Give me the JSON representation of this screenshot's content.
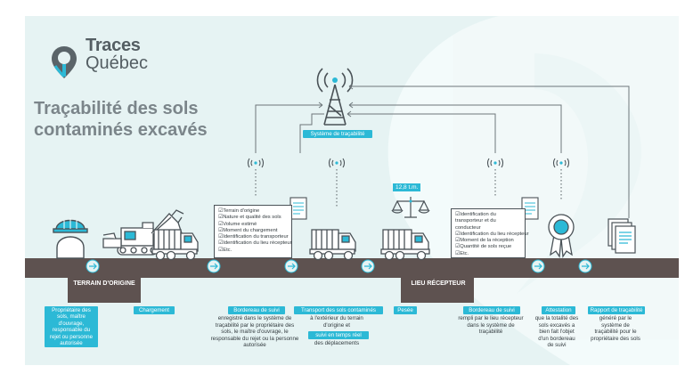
{
  "logo": {
    "word1": "Traces",
    "word2": "Québec"
  },
  "title": "Traçabilité des sols contaminés excavés",
  "system": {
    "label": "Système de traçabilité"
  },
  "scale": {
    "weight": "12,8 t.m."
  },
  "ground": {
    "origin": "TERRAIN D'ORIGINE",
    "receiver": "LIEU RÉCEPTEUR"
  },
  "checklist_origin": [
    "Terrain d'origine",
    "Nature et qualité des sols",
    "Volume estimé",
    "Moment du chargement",
    "Identification du transporteur",
    "Identification du lieu récepteur",
    "Etc."
  ],
  "checklist_receiver": [
    "Identification du transporteur et du conducteur",
    "Identification du lieu récepteur",
    "Moment de la réception",
    "Quantité de sols reçue",
    "Etc."
  ],
  "steps": [
    {
      "label": "Propriétaire des sols, maître d'ouvrage, responsable du rejet ou personne autorisée",
      "desc": ""
    },
    {
      "label": "Chargement",
      "desc": ""
    },
    {
      "label": "Bordereau de suivi",
      "desc": "enregistré dans le système de traçabilité par le propriétaire des sols, le maître d'ouvrage, le responsable du rejet ou la personne autorisée"
    },
    {
      "label": "Transport des sols contaminés",
      "desc": "à l'extérieur du terrain d'origine et",
      "label2": "suivi en temps réel",
      "desc2": "des déplacements"
    },
    {
      "label": "Pesée",
      "desc": ""
    },
    {
      "label": "Bordereau de suivi",
      "desc": "rempli par le lieu récepteur dans le système de traçabilité"
    },
    {
      "label": "Attestation",
      "desc": "que la totalité des sols excavés a bien fait l'objet d'un bordereau de suivi"
    },
    {
      "label": "Rapport de traçabilité",
      "desc": "généré par le système de traçabilité pour le propriétaire des sols"
    }
  ],
  "colors": {
    "accent": "#2cb9d6",
    "ground": "#5e5250",
    "bg": "#e8f4f4",
    "text": "#545e63"
  },
  "icons": [
    "location-pin-icon",
    "antenna-tower-icon",
    "wifi-signal-icon",
    "hard-hat-worker-icon",
    "excavator-icon",
    "dump-truck-icon",
    "balance-scale-icon",
    "certificate-ribbon-icon",
    "report-documents-icon",
    "arrow-right-icon"
  ]
}
